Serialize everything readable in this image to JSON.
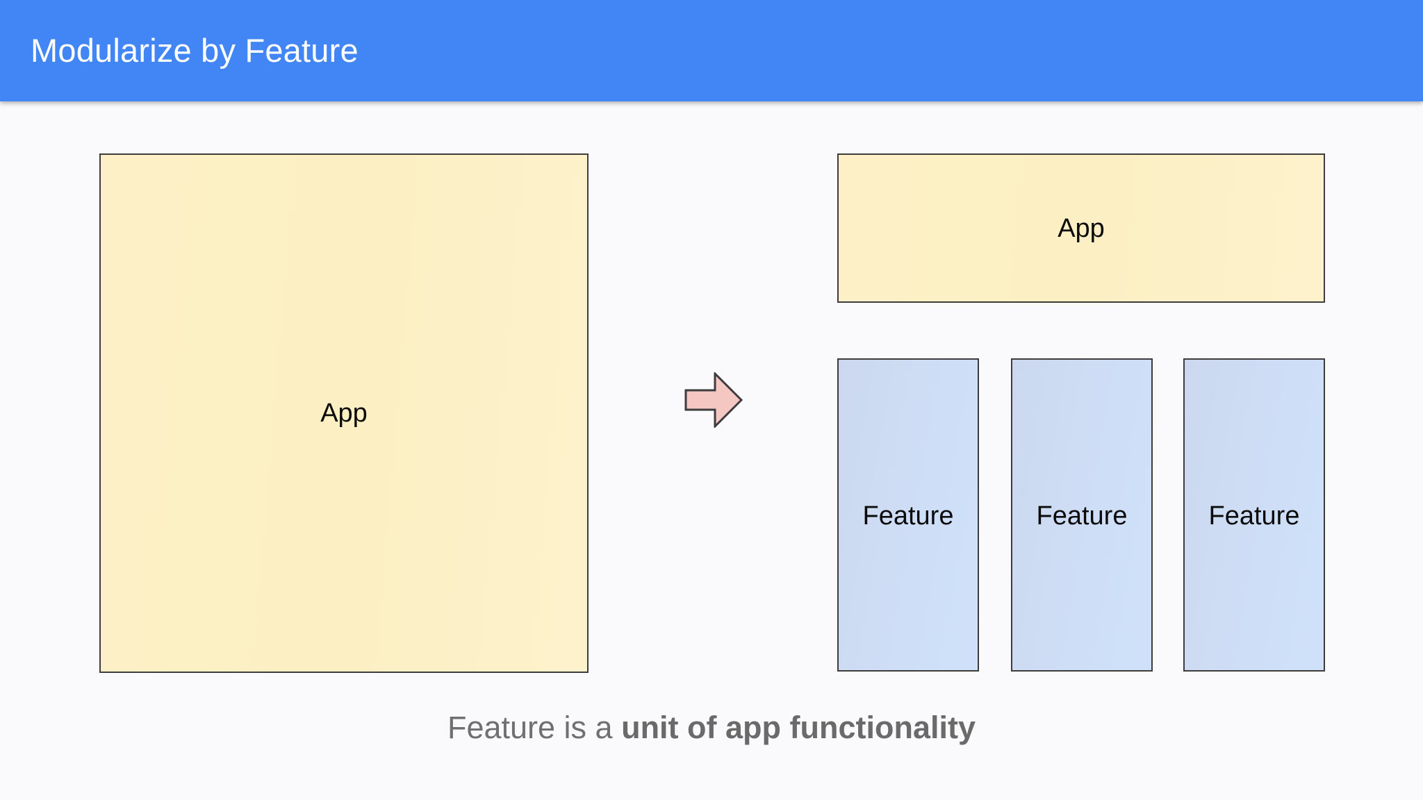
{
  "slide": {
    "background_color": "#FAF9FB",
    "header": {
      "title": "Modularize by Feature",
      "background_color": "#4285F4",
      "text_color": "#FFFFFF"
    },
    "diagram": {
      "type": "before-after-transformation",
      "before": {
        "app_box": {
          "label": "App",
          "fill_color": "#FCEFC4",
          "border_color": "#3D3B3C"
        }
      },
      "transition": {
        "icon": "right-arrow-icon",
        "fill_color": "#F4C7C3",
        "border_color": "#3D3B3C"
      },
      "after": {
        "app_box": {
          "label": "App",
          "fill_color": "#FCEFC4",
          "border_color": "#3D3B3C"
        },
        "feature_boxes": [
          {
            "label": "Feature",
            "fill_color": "#CEDDF5",
            "border_color": "#3D3B3C"
          },
          {
            "label": "Feature",
            "fill_color": "#CEDDF5",
            "border_color": "#3D3B3C"
          },
          {
            "label": "Feature",
            "fill_color": "#CEDDF5",
            "border_color": "#3D3B3C"
          }
        ]
      }
    },
    "caption": {
      "lead": "Feature is a ",
      "emphasis": "unit of app functionality",
      "text_color": "#707070"
    }
  }
}
